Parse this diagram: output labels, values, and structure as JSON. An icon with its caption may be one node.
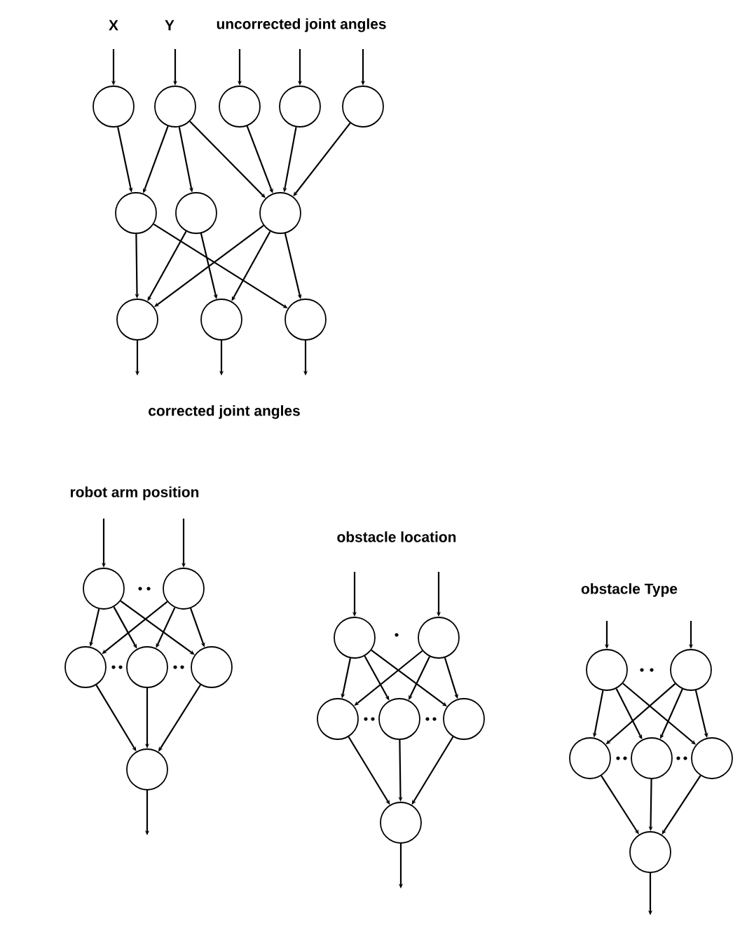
{
  "diagram": {
    "nodes": [
      {
        "text": [],
        "shape": "circle"
      },
      {
        "text": [],
        "shape": "circle"
      },
      {
        "text": [],
        "shape": "circle"
      },
      {
        "text": [],
        "shape": "circle"
      },
      {
        "text": [],
        "shape": "circle"
      },
      {
        "text": [],
        "shape": "circle"
      },
      {
        "text": [],
        "shape": "circle"
      },
      {
        "text": [],
        "shape": "circle"
      },
      {
        "text": [],
        "shape": "circle"
      },
      {
        "text": [],
        "shape": "circle"
      },
      {
        "text": [],
        "shape": "circle"
      },
      {
        "text": [],
        "shape": "circle"
      },
      {
        "text": [],
        "shape": "circle"
      },
      {
        "text": [],
        "shape": "circle"
      },
      {
        "text": [],
        "shape": "circle"
      },
      {
        "text": [],
        "shape": "circle"
      },
      {
        "text": [],
        "shape": "circle"
      },
      {
        "text": [],
        "shape": "circle"
      },
      {
        "text": [],
        "shape": "circle"
      },
      {
        "text": [],
        "shape": "circle"
      },
      {
        "text": [],
        "shape": "circle"
      },
      {
        "text": [],
        "shape": "circle"
      },
      {
        "text": [],
        "shape": "circle"
      },
      {
        "text": [],
        "shape": "circle"
      },
      {
        "text": [],
        "shape": "circle"
      },
      {
        "text": [],
        "shape": "circle"
      },
      {
        "text": [],
        "shape": "circle"
      },
      {
        "text": [],
        "shape": "circle"
      },
      {
        "text": [],
        "shape": "circle"
      }
    ],
    "edges": [
      {
        "from": null,
        "to": 0,
        "arrow": "to"
      },
      {
        "from": null,
        "to": 1,
        "arrow": "to"
      },
      {
        "from": null,
        "to": 2,
        "arrow": "to"
      },
      {
        "from": null,
        "to": 3,
        "arrow": "to"
      },
      {
        "from": null,
        "to": 4,
        "arrow": "to"
      },
      {
        "from": 0,
        "to": 5,
        "arrow": "to"
      },
      {
        "from": 1,
        "to": 5,
        "arrow": "to"
      },
      {
        "from": 1,
        "to": 6,
        "arrow": "to"
      },
      {
        "from": 1,
        "to": 7,
        "arrow": "to"
      },
      {
        "from": 2,
        "to": 7,
        "arrow": "to"
      },
      {
        "from": 3,
        "to": 7,
        "arrow": "to"
      },
      {
        "from": 4,
        "to": 7,
        "arrow": "to"
      },
      {
        "from": 5,
        "to": 8,
        "arrow": "to"
      },
      {
        "from": 5,
        "to": 10,
        "arrow": "to"
      },
      {
        "from": 6,
        "to": 8,
        "arrow": "to"
      },
      {
        "from": 6,
        "to": 9,
        "arrow": "to"
      },
      {
        "from": 7,
        "to": 8,
        "arrow": "to"
      },
      {
        "from": 7,
        "to": 9,
        "arrow": "to"
      },
      {
        "from": 7,
        "to": 10,
        "arrow": "to"
      },
      {
        "from": 8,
        "to": null,
        "arrow": "to"
      },
      {
        "from": 9,
        "to": null,
        "arrow": "to"
      },
      {
        "from": 10,
        "to": null,
        "arrow": "to"
      },
      {
        "from": null,
        "to": 11,
        "arrow": "to"
      },
      {
        "from": null,
        "to": 12,
        "arrow": "to"
      },
      {
        "from": 11,
        "to": 13,
        "arrow": "to"
      },
      {
        "from": 11,
        "to": 14,
        "arrow": "to"
      },
      {
        "from": 11,
        "to": 15,
        "arrow": "to"
      },
      {
        "from": 12,
        "to": 13,
        "arrow": "to"
      },
      {
        "from": 12,
        "to": 14,
        "arrow": "to"
      },
      {
        "from": 12,
        "to": 15,
        "arrow": "to"
      },
      {
        "from": 13,
        "to": 16,
        "arrow": "to"
      },
      {
        "from": 14,
        "to": 16,
        "arrow": "to"
      },
      {
        "from": 15,
        "to": 16,
        "arrow": "to"
      },
      {
        "from": 16,
        "to": null,
        "arrow": "to"
      },
      {
        "from": null,
        "to": 17,
        "arrow": "to"
      },
      {
        "from": null,
        "to": 18,
        "arrow": "to"
      },
      {
        "from": 17,
        "to": 19,
        "arrow": "to"
      },
      {
        "from": 17,
        "to": 20,
        "arrow": "to"
      },
      {
        "from": 17,
        "to": 21,
        "arrow": "to"
      },
      {
        "from": 18,
        "to": 19,
        "arrow": "to"
      },
      {
        "from": 18,
        "to": 20,
        "arrow": "to"
      },
      {
        "from": 18,
        "to": 21,
        "arrow": "to"
      },
      {
        "from": 19,
        "to": 22,
        "arrow": "to"
      },
      {
        "from": 20,
        "to": 22,
        "arrow": "to"
      },
      {
        "from": 21,
        "to": 22,
        "arrow": "to"
      },
      {
        "from": 22,
        "to": null,
        "arrow": "to"
      },
      {
        "from": null,
        "to": 23,
        "arrow": "to"
      },
      {
        "from": null,
        "to": 24,
        "arrow": "to"
      },
      {
        "from": 23,
        "to": 25,
        "arrow": "to"
      },
      {
        "from": 23,
        "to": 26,
        "arrow": "to"
      },
      {
        "from": 23,
        "to": 27,
        "arrow": "to"
      },
      {
        "from": 24,
        "to": 25,
        "arrow": "to"
      },
      {
        "from": 24,
        "to": 26,
        "arrow": "to"
      },
      {
        "from": 24,
        "to": 27,
        "arrow": "to"
      },
      {
        "from": 25,
        "to": 28,
        "arrow": "to"
      },
      {
        "from": 26,
        "to": 28,
        "arrow": "to"
      },
      {
        "from": 27,
        "to": 28,
        "arrow": "to"
      },
      {
        "from": 28,
        "to": null,
        "arrow": "to"
      }
    ],
    "labels": [
      "X",
      "Y",
      "uncorrected joint angles",
      "corrected joint angles",
      "robot arm position",
      "obstacle location",
      "obstacle Type"
    ]
  }
}
